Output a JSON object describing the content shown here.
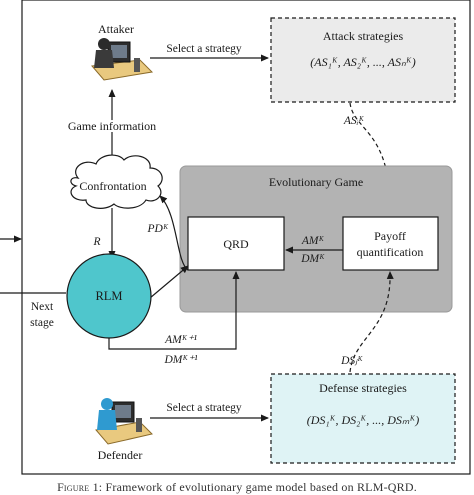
{
  "attacker": {
    "label": "Attaker",
    "action": "Select a strategy"
  },
  "attack_strategies": {
    "title": "Attack strategies",
    "set": "(AS₁ᴷ, AS₂ᴷ, ..., ASₙᴷ)"
  },
  "as_flow": "ASᵢᴷ",
  "game_information": "Game information",
  "confrontation": "Confrontation",
  "pd_flow": "PDᴷ",
  "r_label": "R",
  "evolutionary_game": {
    "title": "Evolutionary Game",
    "qrd": "QRD",
    "payoff_line1": "Payoff",
    "payoff_line2": "quantification",
    "am": "AMᴷ",
    "dm": "DMᴷ"
  },
  "rlm": "RLM",
  "next_stage": {
    "line1": "Next",
    "line2": "stage"
  },
  "am_next": "AMᴷ⁺¹",
  "dm_next": "DMᴷ⁺¹",
  "ds_flow": "DSⱼᴷ",
  "defense_strategies": {
    "title": "Defense strategies",
    "set": "(DS₁ᴷ, DS₂ᴷ, ..., DSₘᴷ)"
  },
  "defender": {
    "label": "Defender",
    "action": "Select a strategy"
  },
  "caption": {
    "lead": "Figure 1:",
    "text": "Framework of evolutionary game model based on RLM-QRD."
  }
}
